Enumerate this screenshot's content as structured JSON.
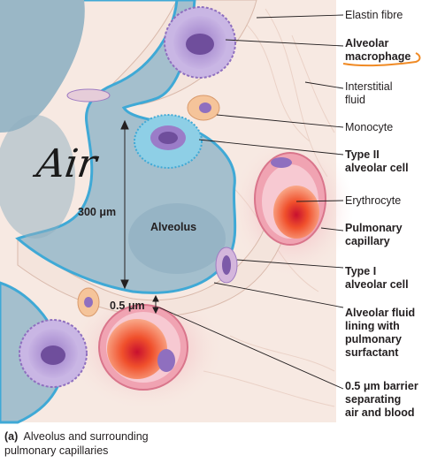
{
  "labels": {
    "elastin_fibre": "Elastin fibre",
    "alveolar_macrophage_1": "Alveolar",
    "alveolar_macrophage_2": "macrophage",
    "interstitial_1": "Interstitial",
    "interstitial_2": "fluid",
    "monocyte": "Monocyte",
    "type2_1": "Type II",
    "type2_2": "alveolar cell",
    "erythrocyte": "Erythrocyte",
    "pulmonary_1": "Pulmonary",
    "pulmonary_2": "capillary",
    "type1_1": "Type I",
    "type1_2": "alveolar cell",
    "fluid_1": "Alveolar fluid",
    "fluid_2": "lining with",
    "fluid_3": "pulmonary",
    "fluid_4": "surfactant",
    "barrier_1": "0.5 μm barrier",
    "barrier_2": "separating",
    "barrier_3": "air and blood"
  },
  "inner": {
    "alveolus": "Alveolus",
    "dist_300": "300 μm",
    "dist_05": "0.5 μm"
  },
  "handwritten": "Air",
  "caption": {
    "tag": "(a)",
    "line1": "Alveolus and surrounding",
    "line2": "pulmonary capillaries"
  },
  "colors": {
    "alveolus_fill": "#9fbccb",
    "tissue_fill": "#f4e4dc",
    "interstitial_fill": "#f7e9e2",
    "lining_stroke": "#3fa9d6",
    "macrophage": "#b59ad6",
    "type2_cell": "#8ecfe6",
    "monocyte": "#f5c49a",
    "erythrocyte": "#e8342f",
    "annotation_underline": "#f08a24"
  }
}
